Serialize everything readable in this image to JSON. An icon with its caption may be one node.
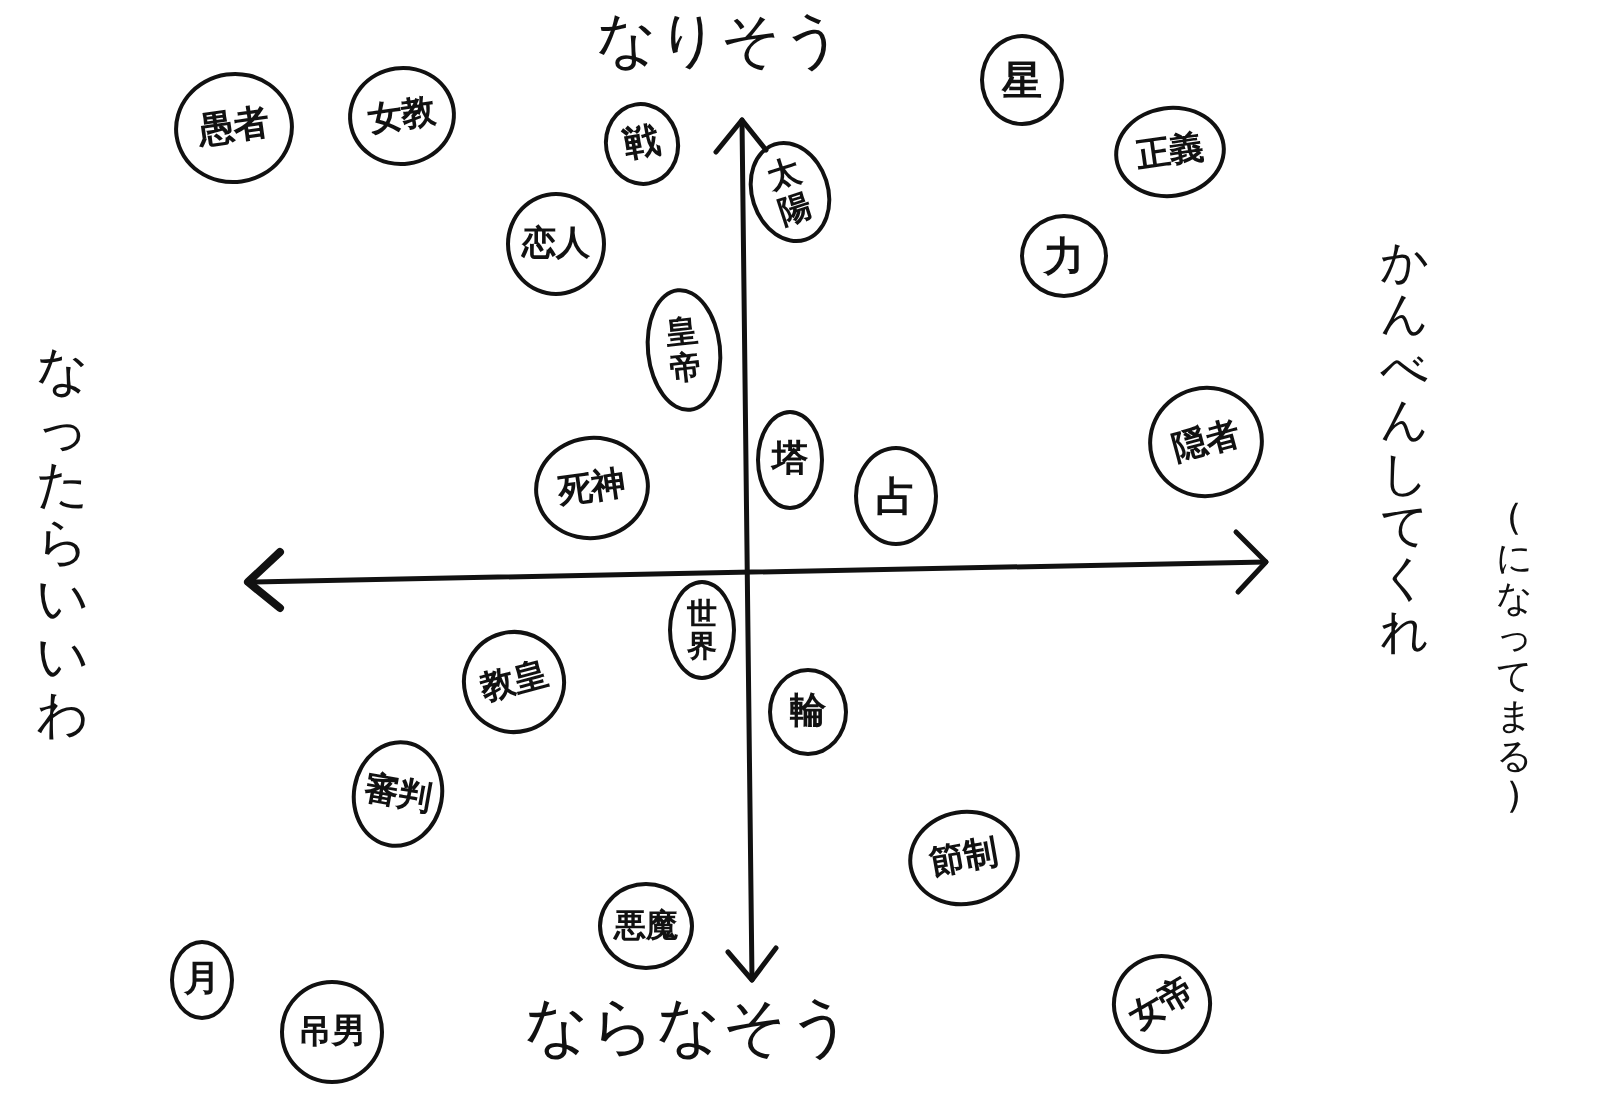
{
  "diagram": {
    "nodes": [
      {
        "text": [
          "愚者"
        ]
      },
      {
        "text": [
          "女教"
        ]
      },
      {
        "text": [
          "戦"
        ]
      },
      {
        "text": [
          "太陽"
        ]
      },
      {
        "text": [
          "恋人"
        ]
      },
      {
        "text": [
          "皇帝"
        ]
      },
      {
        "text": [
          "星"
        ]
      },
      {
        "text": [
          "正義"
        ]
      },
      {
        "text": [
          "力"
        ]
      },
      {
        "text": [
          "死神"
        ]
      },
      {
        "text": [
          "塔"
        ]
      },
      {
        "text": [
          "占"
        ]
      },
      {
        "text": [
          "隠者"
        ]
      },
      {
        "text": [
          "世界"
        ]
      },
      {
        "text": [
          "教皇"
        ]
      },
      {
        "text": [
          "輪"
        ]
      },
      {
        "text": [
          "審判"
        ]
      },
      {
        "text": [
          "節制"
        ]
      },
      {
        "text": [
          "悪魔"
        ]
      },
      {
        "text": [
          "月"
        ]
      },
      {
        "text": [
          "吊男"
        ]
      },
      {
        "text": [
          "女帝"
        ]
      }
    ],
    "labels": [
      "なりそう",
      "かんべんしてくれ",
      "(になってまる)",
      "なったらいいわ",
      "ならなそう"
    ]
  }
}
